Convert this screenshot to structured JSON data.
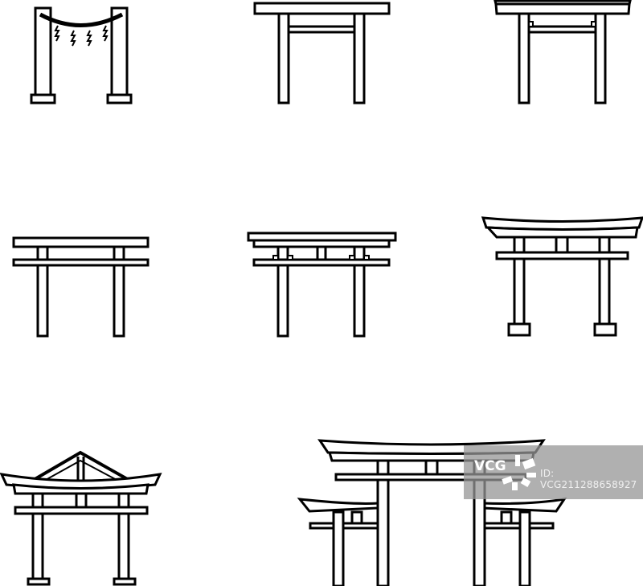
{
  "image": {
    "description": "Set of eight line-art torii gate icons",
    "icons": [
      {
        "name": "shimenawa-gate",
        "position": "row1-col1"
      },
      {
        "name": "simple-torii",
        "position": "row1-col2"
      },
      {
        "name": "myojin-torii-plain",
        "position": "row1-col3"
      },
      {
        "name": "kashima-torii",
        "position": "row2-col1"
      },
      {
        "name": "nakayama-torii",
        "position": "row2-col2"
      },
      {
        "name": "curved-roof-torii",
        "position": "row2-col3"
      },
      {
        "name": "gabled-roof-torii",
        "position": "row3-col1"
      },
      {
        "name": "triple-torii-group",
        "position": "row3-col2"
      }
    ]
  },
  "watermark": {
    "logo": "VCG",
    "id_text": "ID: VCG211288658927",
    "color": "#969696"
  }
}
